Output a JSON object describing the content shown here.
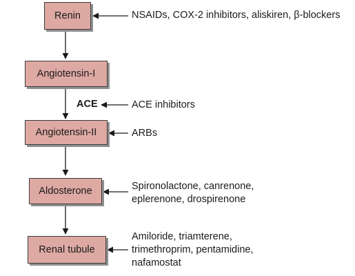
{
  "nodes": {
    "renin": "Renin",
    "angiotensin_1": "Angiotensin-I",
    "angiotensin_2": "Angiotensin-II",
    "aldosterone": "Aldosterone",
    "renal_tubule": "Renal tubule"
  },
  "enzyme": "ACE",
  "inhibitors": {
    "renin": "NSAIDs, COX-2 inhibitors, aliskiren, β-blockers",
    "ace": "ACE inhibitors",
    "angiotensin_2": "ARBs",
    "aldosterone": [
      "Spironolactone, canrenone,",
      "eplerenone, drospirenone"
    ],
    "renal_tubule": [
      "Amiloride, triamterene,",
      "trimethroprim, pentamidine,",
      "nafamostat"
    ]
  },
  "colors": {
    "box_fill": "#dea9a3",
    "box_border": "#3a3a3a",
    "shadow": "#8f8f8f"
  }
}
